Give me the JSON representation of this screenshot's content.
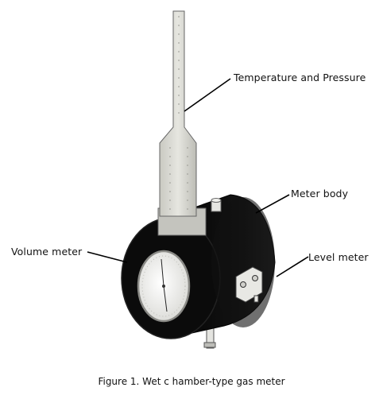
{
  "labels": {
    "temperature_pressure": "Temperature and Pressure",
    "meter_body": "Meter body",
    "volume_meter": "Volume meter",
    "level_meter": "Level meter"
  },
  "caption": "Figure 1. Wet c hamber-type gas meter",
  "colors": {
    "body": "#0b0b0b",
    "sensor_column": "#dcdcd6",
    "dial_face": "#f4f4f2",
    "leader_line": "#000000",
    "text": "#111111"
  }
}
